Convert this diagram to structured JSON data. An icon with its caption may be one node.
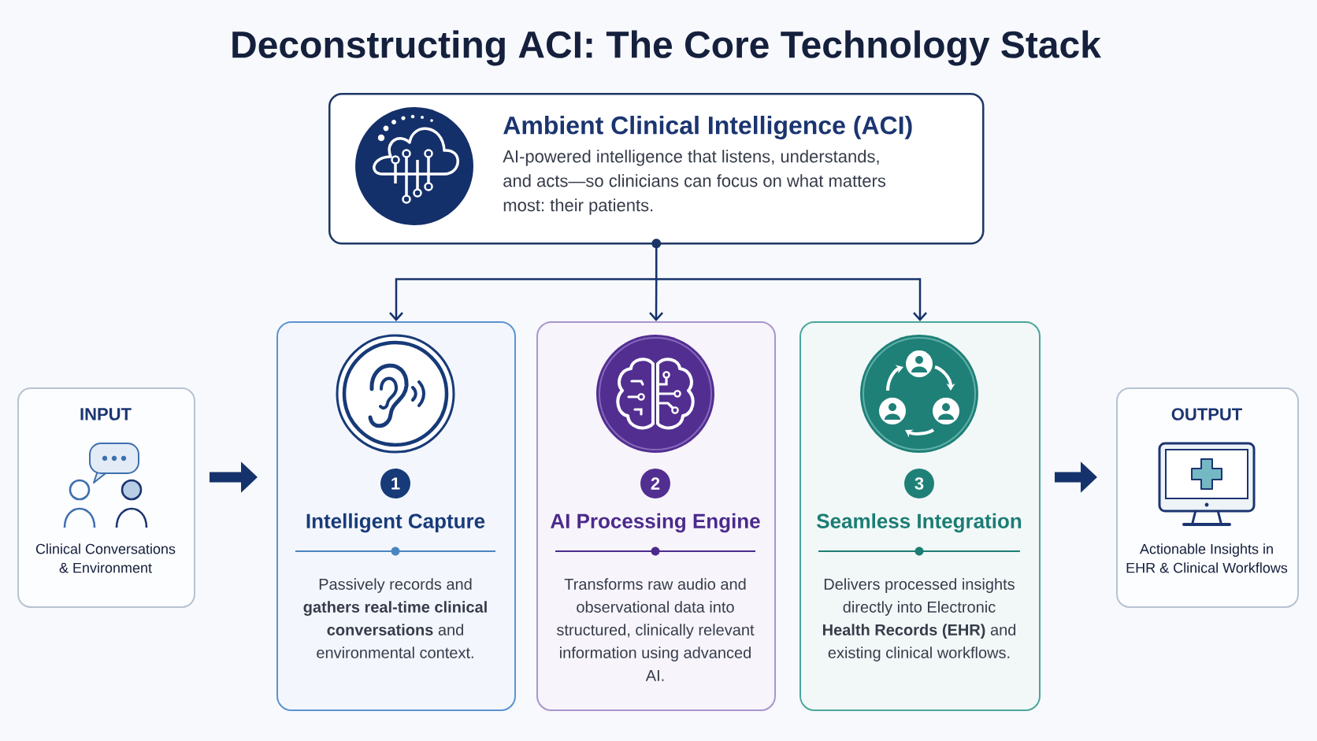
{
  "diagram": {
    "title": "Deconstructing ACI: The Core Technology Stack",
    "nodes": [
      {
        "text": [
          "Ambient Clinical Intelligence (ACI)",
          "AI-powered intelligence that listens, understands, and acts—so clinicians can focus on what matters most: their patients."
        ]
      },
      {
        "text": [
          "INPUT",
          "Clinical Conversations & Environment"
        ]
      },
      {
        "text": [
          "Intelligent Capture",
          "Passively records and **gathers real-time clinical conversations** and environmental context."
        ]
      },
      {
        "text": [
          "1"
        ],
        "in": 2
      },
      {
        "text": [
          "AI Processing Engine",
          "Transforms raw audio and observational data into structured, clinically relevant information using advanced AI."
        ]
      },
      {
        "text": [
          "2"
        ],
        "in": 4
      },
      {
        "text": [
          "Seamless Integration",
          "Delivers processed insights directly into Electronic **Health Records (EHR)** and existing clinical workflows."
        ]
      },
      {
        "text": [
          "3"
        ],
        "in": 6
      },
      {
        "text": [
          "OUTPUT",
          "Actionable Insights in EHR & Clinical Workflows"
        ]
      }
    ],
    "edges": [
      {
        "from": 0,
        "to": 2,
        "arrow": "to"
      },
      {
        "from": 0,
        "to": 4,
        "arrow": "to"
      },
      {
        "from": 0,
        "to": 6,
        "arrow": "to"
      },
      {
        "from": 1,
        "to": 2,
        "arrow": "to",
        "style": "thick"
      },
      {
        "from": 6,
        "to": 8,
        "arrow": "to",
        "style": "thick"
      }
    ]
  }
}
